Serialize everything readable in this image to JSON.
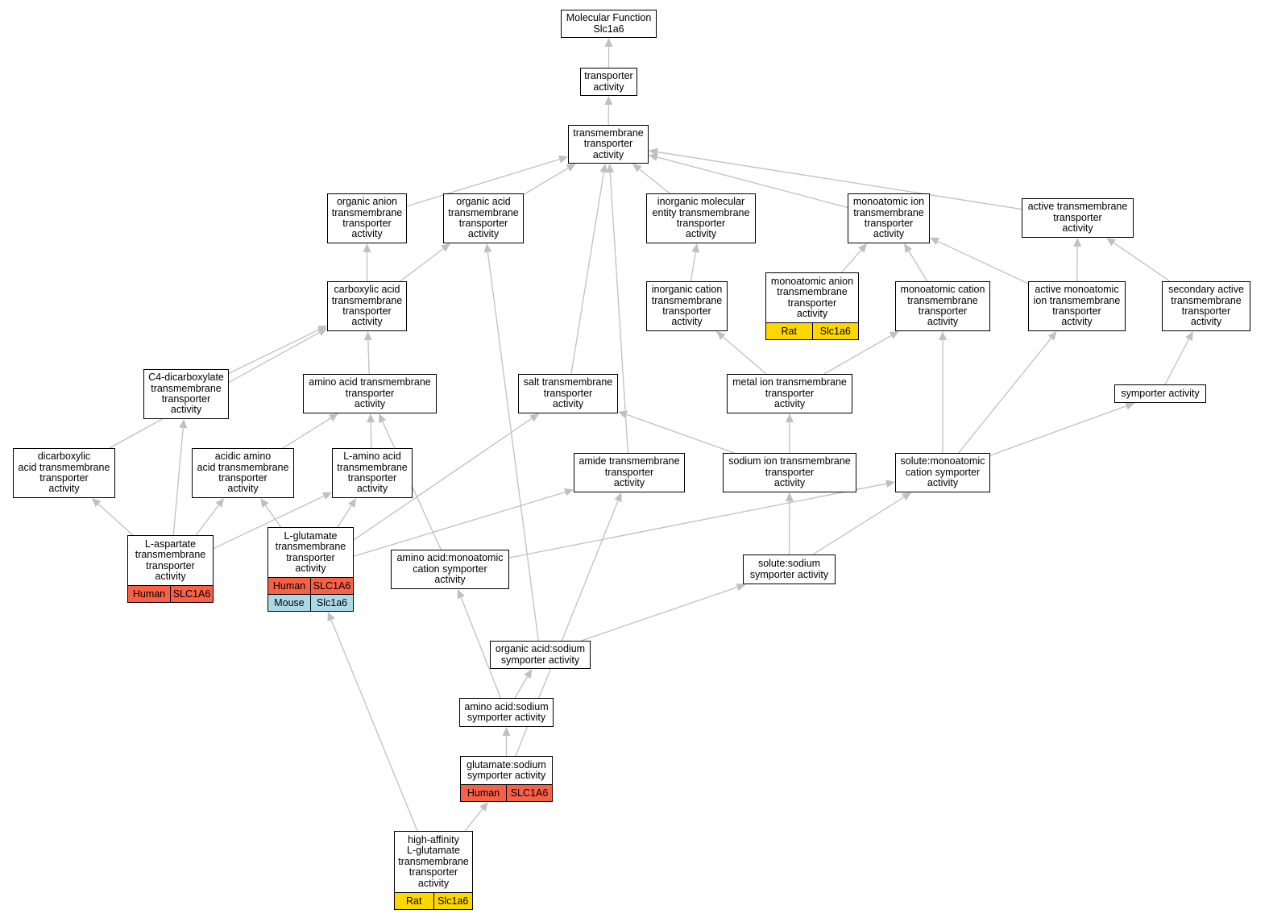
{
  "species_colors": {
    "Human": "#fa6046",
    "Mouse": "#acd8e6",
    "Rat": "#ffd700"
  },
  "edge_color": "#c0c0c0",
  "nodes": [
    {
      "id": "mf",
      "label": "Molecular Function\nSlc1a6"
    },
    {
      "id": "ta",
      "label": "transporter\nactivity"
    },
    {
      "id": "tmta",
      "label": "transmembrane\ntransporter\nactivity"
    },
    {
      "id": "oanion",
      "label": "organic anion\ntransmembrane\ntransporter\nactivity"
    },
    {
      "id": "oacid",
      "label": "organic acid\ntransmembrane\ntransporter\nactivity"
    },
    {
      "id": "inorgmol",
      "label": "inorganic molecular\nentity transmembrane\ntransporter\nactivity"
    },
    {
      "id": "monoion",
      "label": "monoatomic ion\ntransmembrane\ntransporter\nactivity"
    },
    {
      "id": "activetm",
      "label": "active transmembrane\ntransporter\nactivity"
    },
    {
      "id": "carbox",
      "label": "carboxylic acid\ntransmembrane\ntransporter\nactivity"
    },
    {
      "id": "inorgcat",
      "label": "inorganic cation\ntransmembrane\ntransporter\nactivity"
    },
    {
      "id": "monoanion",
      "label": "monoatomic anion\ntransmembrane\ntransporter\nactivity",
      "annotations": [
        {
          "species": "Rat",
          "gene": "Slc1a6"
        }
      ]
    },
    {
      "id": "monocat",
      "label": "monoatomic cation\ntransmembrane\ntransporter\nactivity"
    },
    {
      "id": "activemono",
      "label": "active monoatomic\nion transmembrane\ntransporter\nactivity"
    },
    {
      "id": "secactive",
      "label": "secondary active\ntransmembrane\ntransporter\nactivity"
    },
    {
      "id": "c4",
      "label": "C4-dicarboxylate\ntransmembrane\ntransporter\nactivity"
    },
    {
      "id": "aatm",
      "label": "amino acid transmembrane\ntransporter\nactivity"
    },
    {
      "id": "salt",
      "label": "salt transmembrane\ntransporter\nactivity"
    },
    {
      "id": "metal",
      "label": "metal ion transmembrane\ntransporter\nactivity"
    },
    {
      "id": "symporter",
      "label": "symporter activity"
    },
    {
      "id": "dicarb",
      "label": "dicarboxylic\nacid transmembrane\ntransporter\nactivity"
    },
    {
      "id": "acidicaa",
      "label": "acidic amino\nacid transmembrane\ntransporter\nactivity"
    },
    {
      "id": "laa",
      "label": "L-amino acid\ntransmembrane\ntransporter\nactivity"
    },
    {
      "id": "amide",
      "label": "amide transmembrane\ntransporter\nactivity"
    },
    {
      "id": "sodiumion",
      "label": "sodium ion transmembrane\ntransporter\nactivity"
    },
    {
      "id": "solmono",
      "label": "solute:monoatomic\ncation symporter\nactivity"
    },
    {
      "id": "lasp",
      "label": "L-aspartate\ntransmembrane\ntransporter\nactivity",
      "annotations": [
        {
          "species": "Human",
          "gene": "SLC1A6"
        }
      ]
    },
    {
      "id": "lglu",
      "label": "L-glutamate\ntransmembrane\ntransporter\nactivity",
      "annotations": [
        {
          "species": "Human",
          "gene": "SLC1A6"
        },
        {
          "species": "Mouse",
          "gene": "Slc1a6"
        }
      ]
    },
    {
      "id": "aamono",
      "label": "amino acid:monoatomic\ncation symporter\nactivity"
    },
    {
      "id": "solsod",
      "label": "solute:sodium\nsymporter activity"
    },
    {
      "id": "oasod",
      "label": "organic acid:sodium\nsymporter activity"
    },
    {
      "id": "aasod",
      "label": "amino acid:sodium\nsymporter activity"
    },
    {
      "id": "glusod",
      "label": "glutamate:sodium\nsymporter activity",
      "annotations": [
        {
          "species": "Human",
          "gene": "SLC1A6"
        }
      ]
    },
    {
      "id": "hiaff",
      "label": "high-affinity\nL-glutamate\ntransmembrane\ntransporter\nactivity",
      "annotations": [
        {
          "species": "Rat",
          "gene": "Slc1a6"
        }
      ]
    }
  ],
  "edges": [
    [
      "ta",
      "mf"
    ],
    [
      "tmta",
      "ta"
    ],
    [
      "oanion",
      "tmta"
    ],
    [
      "oacid",
      "tmta"
    ],
    [
      "inorgmol",
      "tmta"
    ],
    [
      "monoion",
      "tmta"
    ],
    [
      "activetm",
      "tmta"
    ],
    [
      "salt",
      "tmta"
    ],
    [
      "amide",
      "tmta"
    ],
    [
      "carbox",
      "oanion"
    ],
    [
      "carbox",
      "oacid"
    ],
    [
      "oasod",
      "oacid"
    ],
    [
      "inorgcat",
      "inorgmol"
    ],
    [
      "monoanion",
      "monoion"
    ],
    [
      "monocat",
      "monoion"
    ],
    [
      "activemono",
      "monoion"
    ],
    [
      "activemono",
      "activetm"
    ],
    [
      "secactive",
      "activetm"
    ],
    [
      "dicarb",
      "carbox"
    ],
    [
      "c4",
      "carbox"
    ],
    [
      "aatm",
      "carbox"
    ],
    [
      "metal",
      "inorgcat"
    ],
    [
      "metal",
      "monocat"
    ],
    [
      "solmono",
      "monocat"
    ],
    [
      "solmono",
      "activemono"
    ],
    [
      "symporter",
      "secactive"
    ],
    [
      "solmono",
      "symporter"
    ],
    [
      "lasp",
      "c4"
    ],
    [
      "lasp",
      "dicarb"
    ],
    [
      "lasp",
      "acidicaa"
    ],
    [
      "lasp",
      "laa"
    ],
    [
      "acidicaa",
      "aatm"
    ],
    [
      "laa",
      "aatm"
    ],
    [
      "aamono",
      "aatm"
    ],
    [
      "lglu",
      "acidicaa"
    ],
    [
      "lglu",
      "laa"
    ],
    [
      "lglu",
      "salt"
    ],
    [
      "lglu",
      "amide"
    ],
    [
      "sodiumion",
      "salt"
    ],
    [
      "sodiumion",
      "metal"
    ],
    [
      "solsod",
      "sodiumion"
    ],
    [
      "solsod",
      "solmono"
    ],
    [
      "aamono",
      "solmono"
    ],
    [
      "oasod",
      "solsod"
    ],
    [
      "aasod",
      "aamono"
    ],
    [
      "aasod",
      "oasod"
    ],
    [
      "glusod",
      "aasod"
    ],
    [
      "glusod",
      "amide"
    ],
    [
      "hiaff",
      "lglu"
    ],
    [
      "hiaff",
      "glusod"
    ]
  ]
}
